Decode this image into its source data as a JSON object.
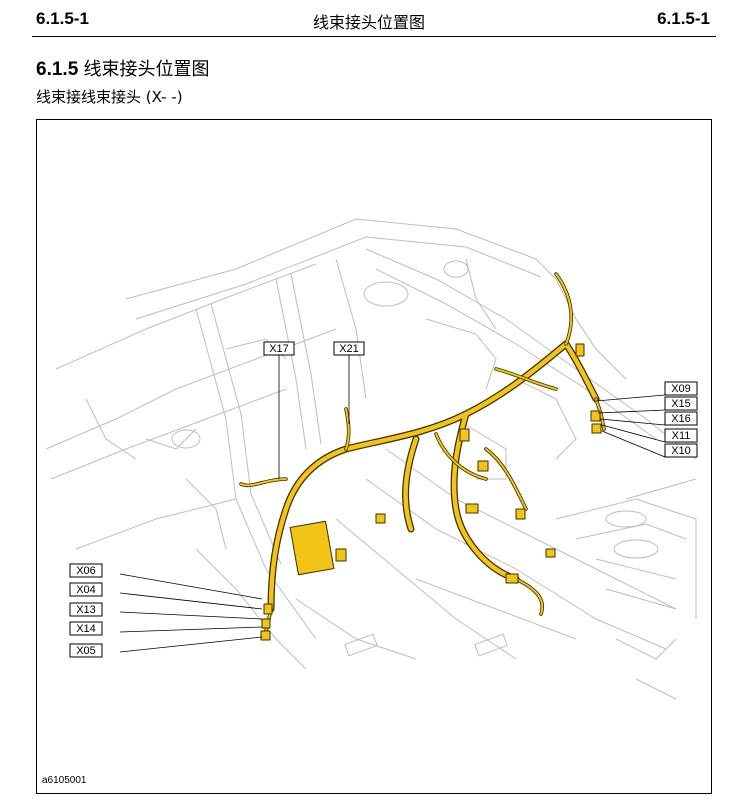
{
  "header": {
    "left": "6.1.5-1",
    "center": "线束接头位置图",
    "right": "6.1.5-1"
  },
  "section": {
    "number": "6.1.5",
    "title": "线束接头位置图"
  },
  "subtitle": "线束接线束接头 (X- -)",
  "figure_id": "a6105001",
  "connector_labels": {
    "x17": "X17",
    "x21": "X21",
    "x09": "X09",
    "x15": "X15",
    "x16": "X16",
    "x11": "X11",
    "x10": "X10",
    "x06": "X06",
    "x04": "X04",
    "x13": "X13",
    "x14": "X14",
    "x05": "X05"
  },
  "colors": {
    "harness": "#f2c416",
    "harness_outline": "#3a3000",
    "body_lines": "#bdbdbd"
  }
}
